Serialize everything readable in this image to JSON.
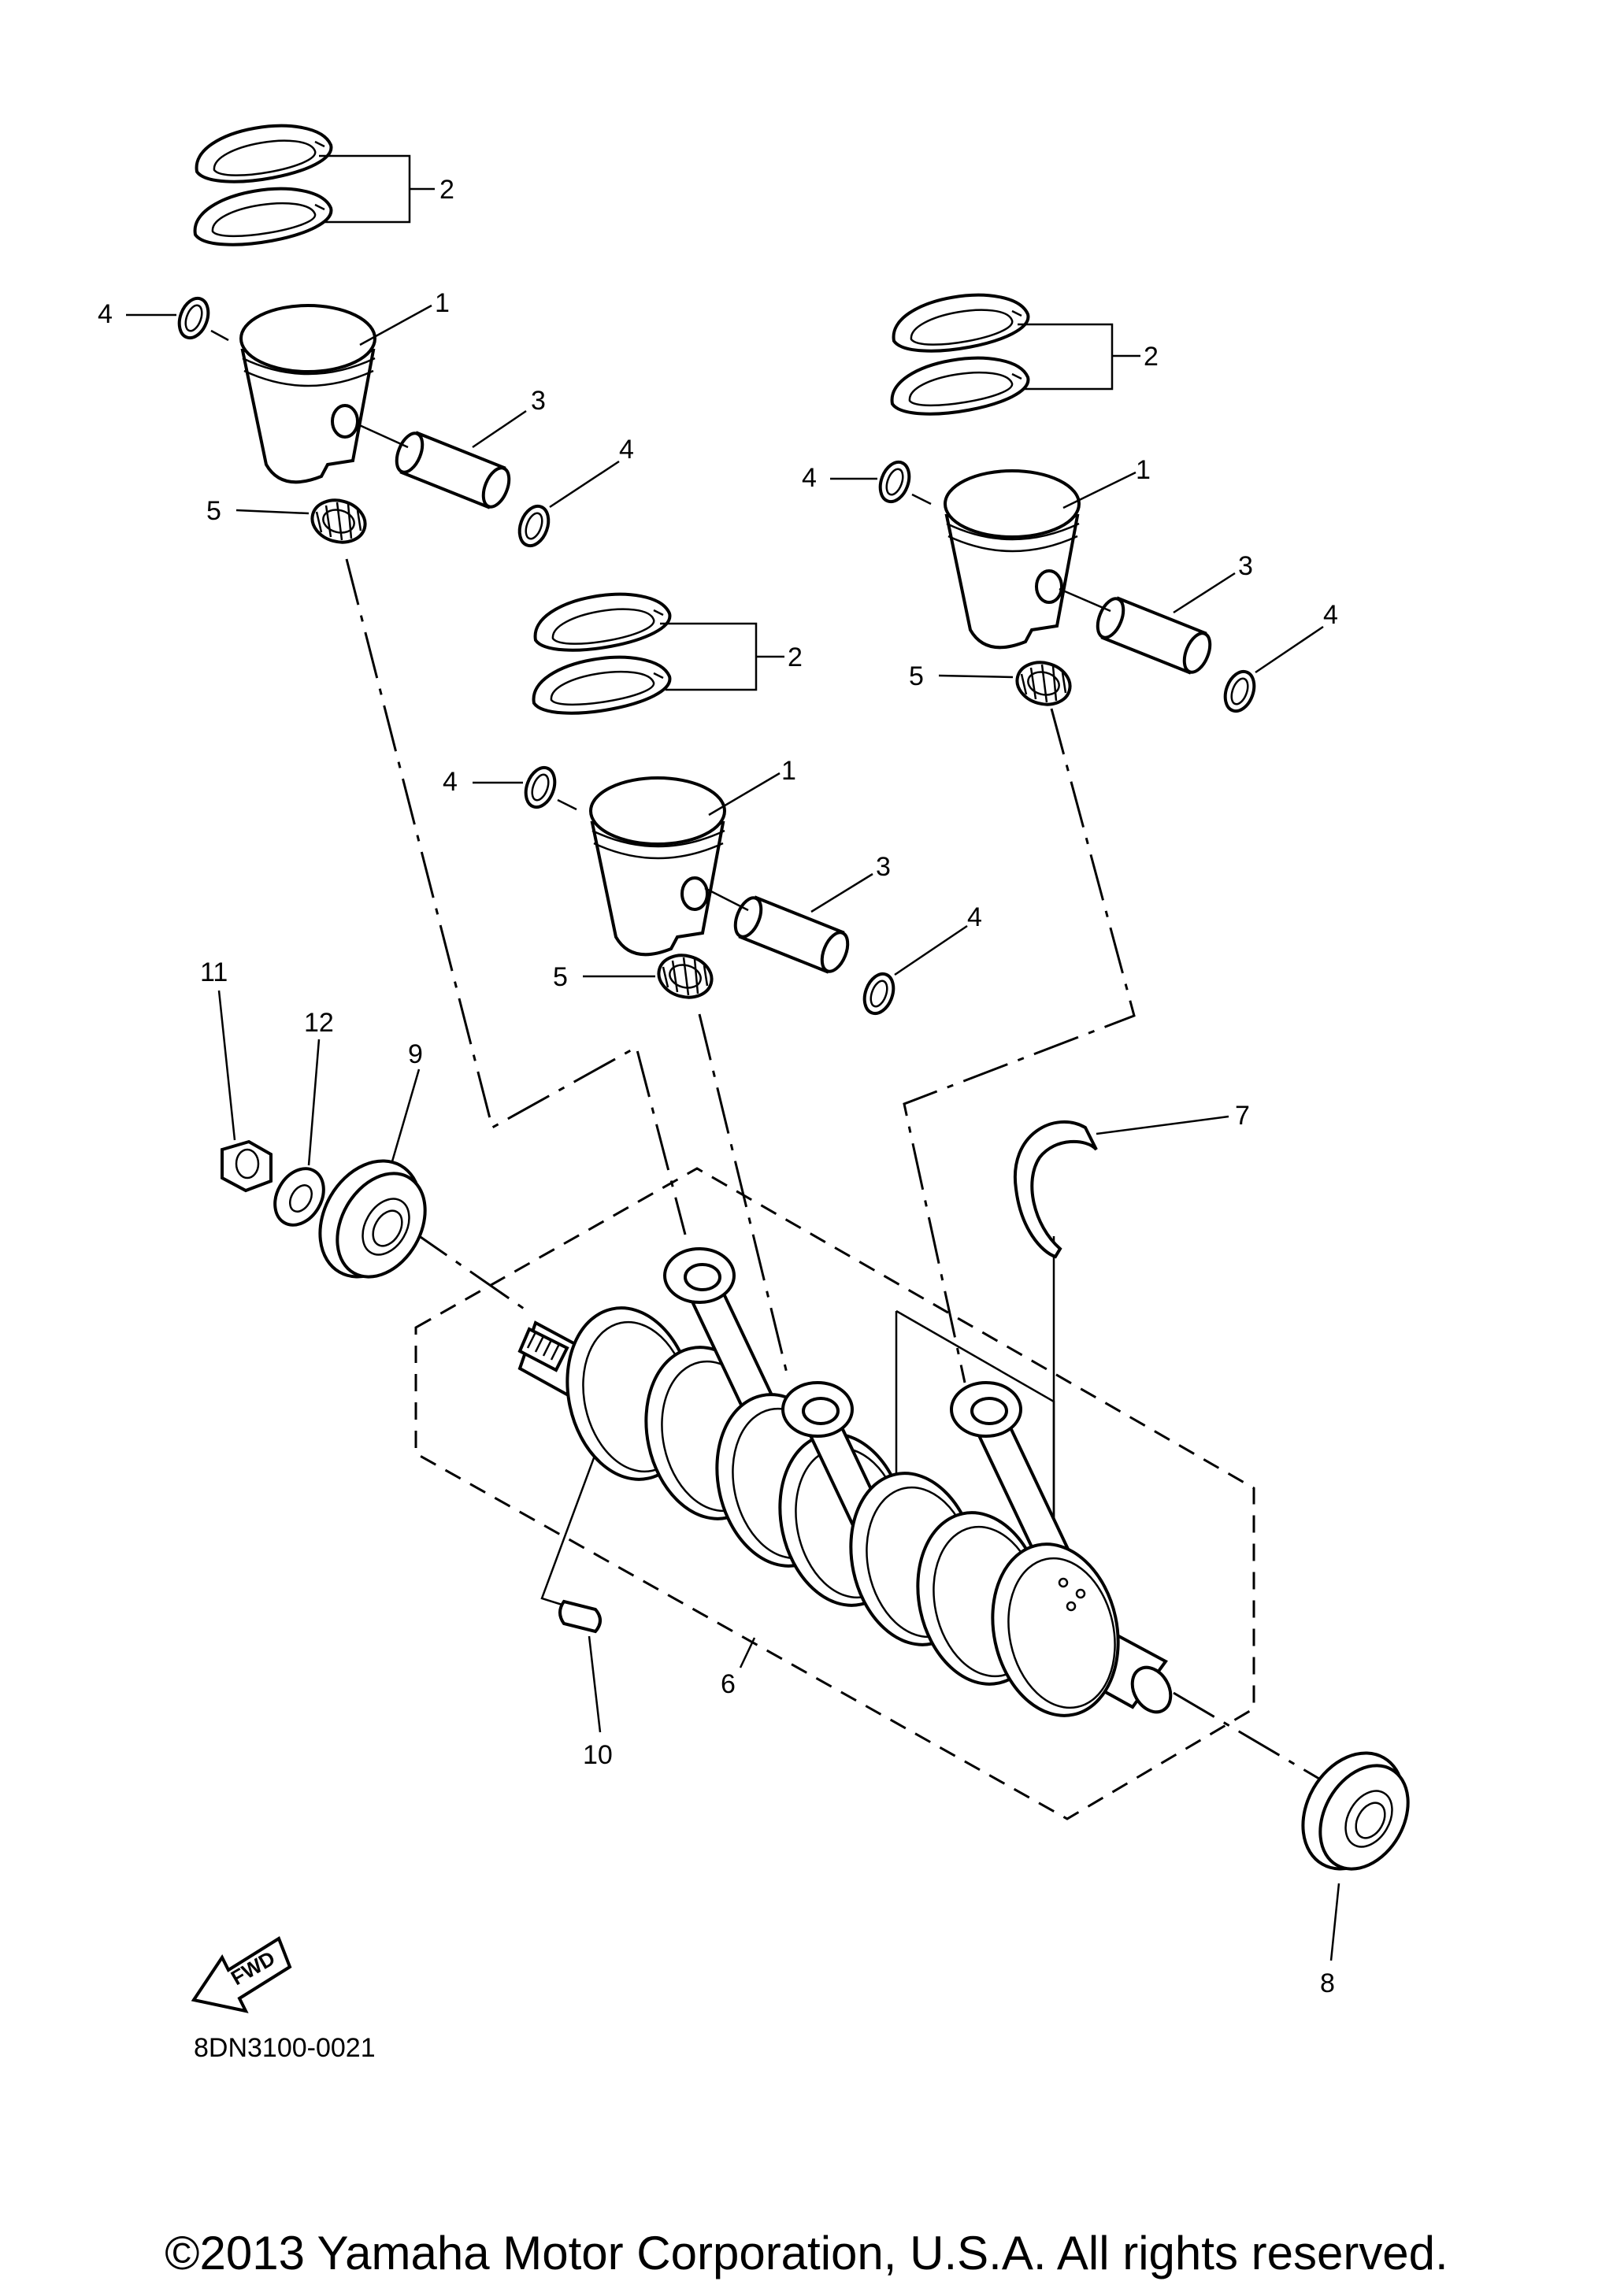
{
  "labels": {
    "ring_set": "2",
    "piston": "1",
    "pin": "3",
    "clip": "4",
    "bearing": "5",
    "crankshaft_assy": "6",
    "half_ring": "7",
    "oil_seal_right": "8",
    "oil_seal_left": "9",
    "key": "10",
    "nut": "11",
    "washer": "12"
  },
  "fwd_mark": "FWD",
  "diagram_code": "8DN3100-0021",
  "copyright": "©2013 Yamaha Motor Corporation, U.S.A. All rights reserved."
}
